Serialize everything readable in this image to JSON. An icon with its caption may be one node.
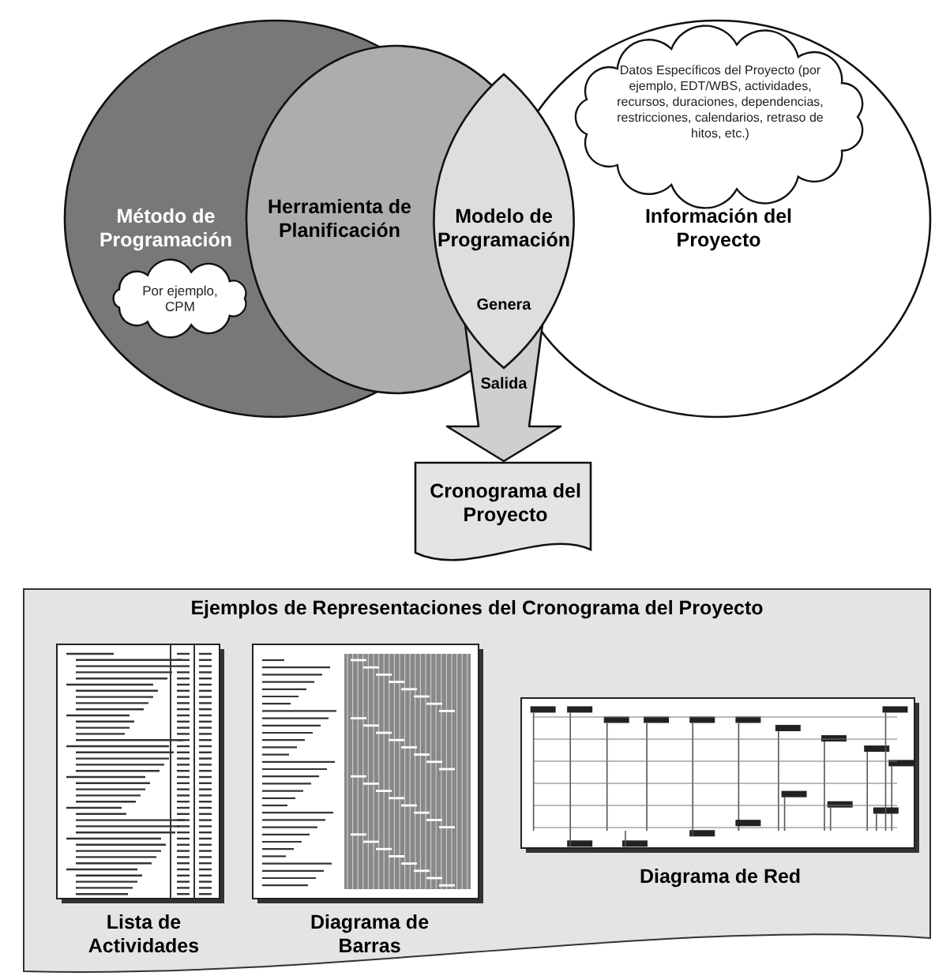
{
  "diagram": {
    "nodes": [
      {
        "text": [
          "Método de Programación"
        ]
      },
      {
        "text": [
          "Por ejemplo, CPM"
        ],
        "in": 0
      },
      {
        "text": [
          "Herramienta de Planificación"
        ]
      },
      {
        "text": [
          "Modelo de Programación",
          "Genera"
        ]
      },
      {
        "text": [
          "Información del Proyecto"
        ]
      },
      {
        "text": [
          "Datos Específicos del Proyecto (por ejemplo, EDT/WBS, actividades, recursos, duraciones, dependencias, restricciones, calendarios, retraso de hitos, etc.)"
        ],
        "in": 4
      },
      {
        "text": [
          "Cronograma del Proyecto"
        ]
      },
      {
        "text": [
          "Ejemplos de Representaciones del Cronograma del Proyecto"
        ]
      },
      {
        "text": [
          "Lista de Actividades"
        ],
        "in": 7
      },
      {
        "text": [
          "Diagrama de Barras"
        ],
        "in": 7
      },
      {
        "text": [
          "Diagrama de Red"
        ],
        "in": 7
      }
    ],
    "edges": [
      {
        "from": 3,
        "to": 6,
        "arrow": "to",
        "label": "Salida",
        "style": "thick"
      }
    ]
  }
}
